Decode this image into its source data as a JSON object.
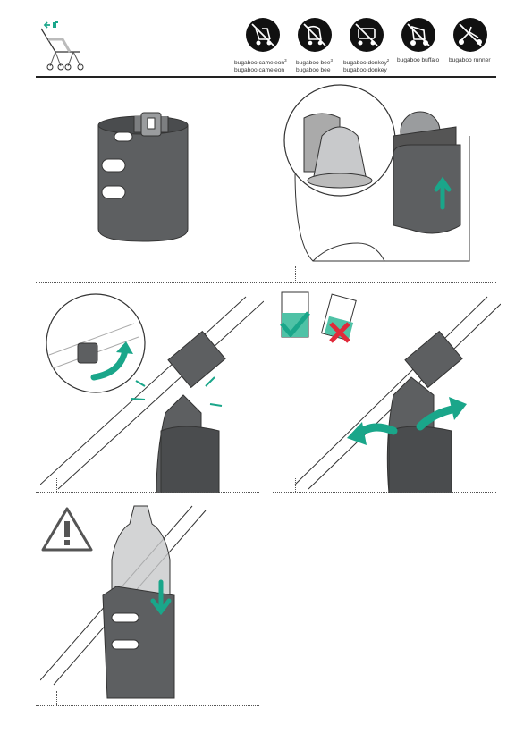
{
  "header": {
    "models": [
      {
        "id": "cameleon",
        "line1": "bugaboo cameleon",
        "sup1": "3",
        "line2": "bugaboo cameleon"
      },
      {
        "id": "bee",
        "line1": "bugaboo bee",
        "sup1": "3",
        "line2": "bugaboo bee"
      },
      {
        "id": "donkey",
        "line1": "bugaboo donkey",
        "sup1": "2",
        "line2": "bugaboo donkey"
      },
      {
        "id": "buffalo",
        "line1": "bugaboo buffalo",
        "sup1": "",
        "line2": ""
      },
      {
        "id": "runner",
        "line1": "bugaboo runner",
        "sup1": "",
        "line2": ""
      }
    ],
    "icon_names": [
      "stroller-attach-icon",
      "no-cameleon-icon",
      "no-bee-icon",
      "no-donkey-icon",
      "no-buffalo-icon",
      "no-runner-icon"
    ]
  },
  "colors": {
    "accent": "#1aa68a",
    "reject": "#e02a3a",
    "holder": "#5d5f61",
    "holder_dark": "#3f4143",
    "line": "#333333"
  },
  "steps": [
    {
      "id": "step-1",
      "icon": "cup-holder-icon"
    },
    {
      "id": "step-2",
      "icon": "cup-holder-attach-icon"
    },
    {
      "id": "step-3",
      "icon": "clip-rotate-icon"
    },
    {
      "id": "step-4",
      "icon": "tilt-adjust-icon"
    },
    {
      "id": "step-5",
      "icon": "bottle-insert-icon"
    }
  ]
}
